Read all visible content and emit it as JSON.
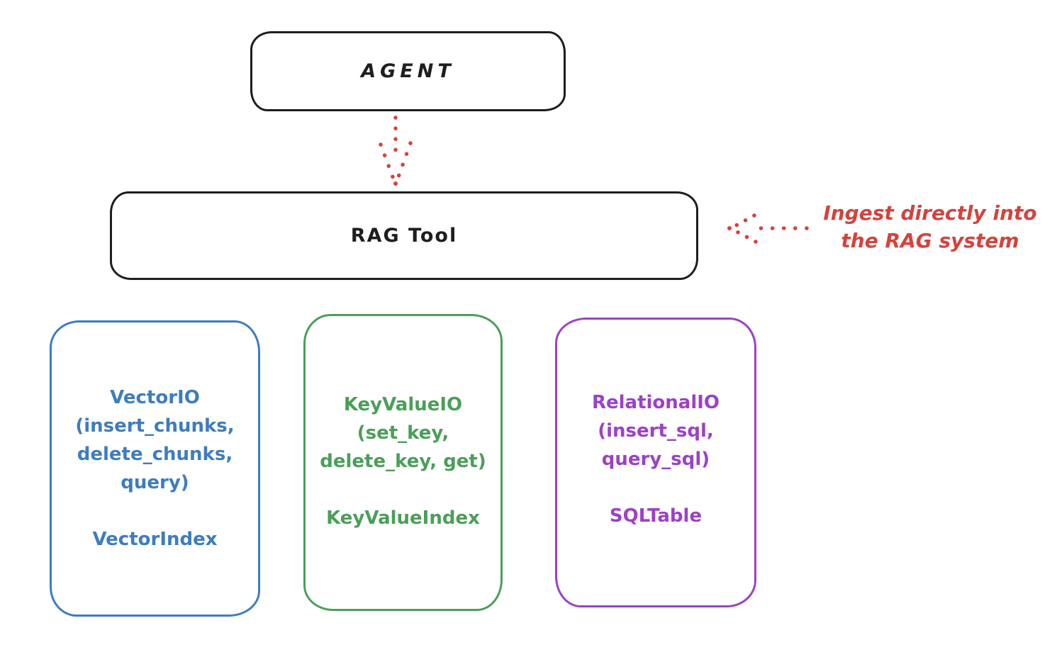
{
  "diagram": {
    "agent": {
      "label": "AGENT"
    },
    "rag_tool": {
      "label": "RAG Tool"
    },
    "annotation": {
      "line1": "Ingest directly into",
      "line2": "the RAG system"
    },
    "stores": [
      {
        "name": "vector-io",
        "color": "#3d7cc2",
        "io_lines": [
          "VectorIO",
          "(insert_chunks,",
          "delete_chunks,",
          "query)"
        ],
        "index_label": "VectorIndex"
      },
      {
        "name": "key-value-io",
        "color": "#4a9f58",
        "io_lines": [
          "KeyValueIO",
          "(set_key,",
          "delete_key, get)"
        ],
        "index_label": "KeyValueIndex"
      },
      {
        "name": "relational-io",
        "color": "#9c40c9",
        "io_lines": [
          "RelationalIO",
          "(insert_sql,",
          "query_sql)"
        ],
        "index_label": "SQLTable"
      }
    ],
    "colors": {
      "stroke_black": "#1e1e1e",
      "accent_red": "#d6423b",
      "background": "#ffffff"
    }
  }
}
